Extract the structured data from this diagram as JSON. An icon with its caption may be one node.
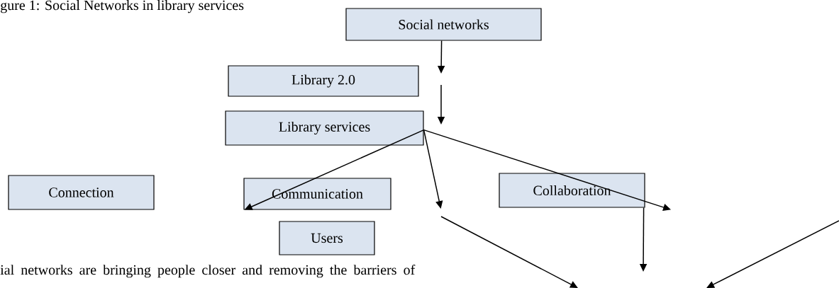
{
  "diagram": {
    "title": "gure 1: Social Networks in library services",
    "nodes": [
      {
        "text": [
          "Social networks"
        ]
      },
      {
        "text": [
          "Library 2.0"
        ]
      },
      {
        "text": [
          "Library services"
        ]
      },
      {
        "text": [
          "Connection"
        ]
      },
      {
        "text": [
          "Communication"
        ]
      },
      {
        "text": [
          "Users"
        ]
      },
      {
        "text": [
          "Collaboration"
        ]
      }
    ],
    "edges": [
      {
        "from": 0,
        "to": null,
        "arrow": "to"
      },
      {
        "from": 2,
        "to": 4,
        "arrow": "to"
      },
      {
        "from": 2,
        "to": null,
        "arrow": "to"
      },
      {
        "from": 2,
        "to": null,
        "arrow": "to"
      },
      {
        "from": 6,
        "to": null,
        "arrow": "to"
      }
    ],
    "labels": [
      "ial networks are bringing people closer and removing the barriers of"
    ]
  }
}
